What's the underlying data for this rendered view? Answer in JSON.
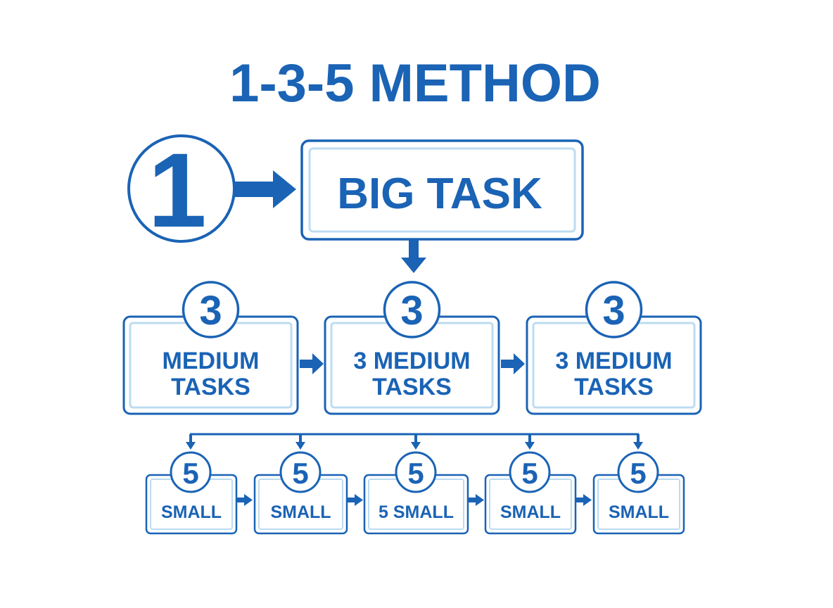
{
  "title": "1-3-5 METHOD",
  "big": {
    "number": "1",
    "label": "BIG TASK"
  },
  "medium": [
    {
      "number": "3",
      "line1": "MEDIUM",
      "line2": "TASKS"
    },
    {
      "number": "3",
      "line1": "3 MEDIUM",
      "line2": "TASKS"
    },
    {
      "number": "3",
      "line1": "3 MEDIUM",
      "line2": "TASKS"
    }
  ],
  "small": [
    {
      "number": "5",
      "label": "SMALL"
    },
    {
      "number": "5",
      "label": "SMALL"
    },
    {
      "number": "5",
      "label": "5 SMALL"
    },
    {
      "number": "5",
      "label": "SMALL"
    },
    {
      "number": "5",
      "label": "SMALL"
    }
  ],
  "colors": {
    "primary": "#1a63b5",
    "inner_border": "#bcdcf2",
    "box_fill": "#ffffff"
  }
}
